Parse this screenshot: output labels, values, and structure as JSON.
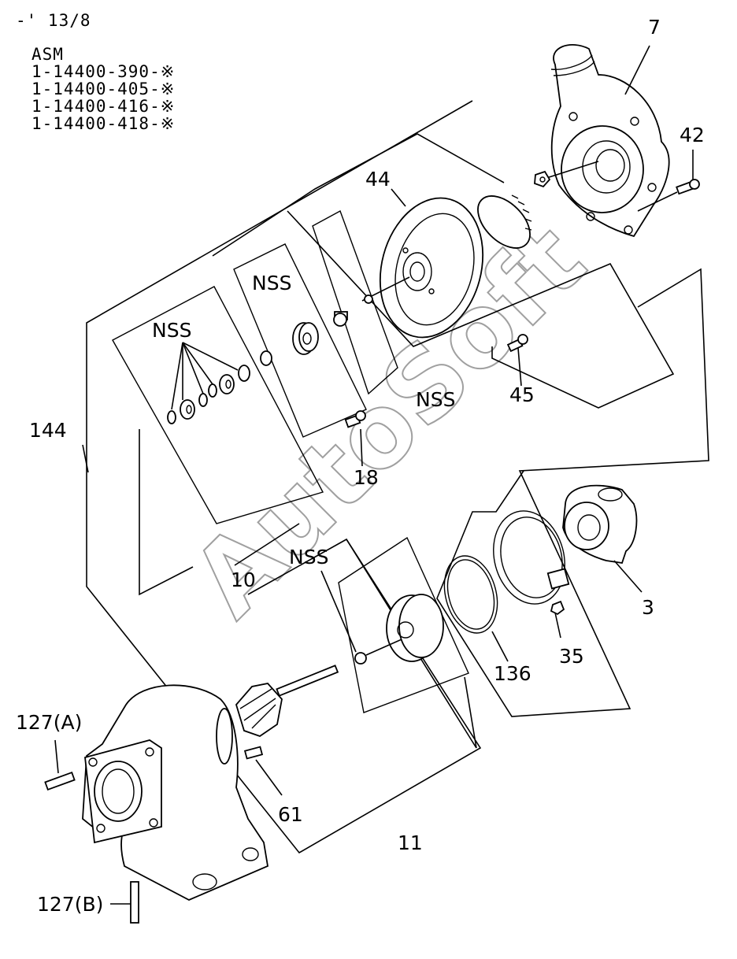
{
  "header": {
    "ref": "-' 13/8",
    "asm_label": "ASM",
    "assemblies": [
      "1-14400-390-※",
      "1-14400-405-※",
      "1-14400-416-※",
      "1-14400-418-※"
    ]
  },
  "callouts": {
    "p7": "7",
    "p42": "42",
    "p44": "44",
    "nss_seal": "NSS",
    "nss_rings": "NSS",
    "nss_bolt": "NSS",
    "p45": "45",
    "p18": "18",
    "p144": "144",
    "p10": "10",
    "nss_washer": "NSS",
    "p3": "3",
    "p136": "136",
    "p35": "35",
    "p127a": "127(A)",
    "p61": "61",
    "p11": "11",
    "p127b": "127(B)"
  },
  "watermark": "AutoSoft"
}
